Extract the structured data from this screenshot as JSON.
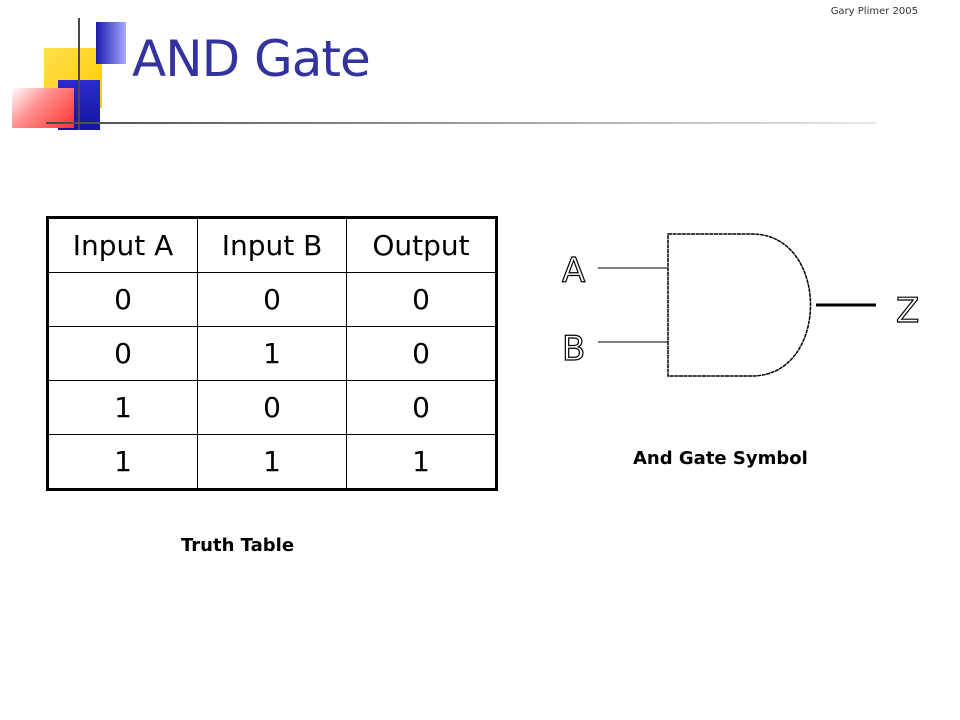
{
  "credit": "Gary Plimer 2005",
  "title": "AND Gate",
  "truth_table": {
    "headers": [
      "Input A",
      "Input B",
      "Output"
    ],
    "rows": [
      [
        "0",
        "0",
        "0"
      ],
      [
        "0",
        "1",
        "0"
      ],
      [
        "1",
        "0",
        "0"
      ],
      [
        "1",
        "1",
        "1"
      ]
    ],
    "caption": "Truth Table"
  },
  "gate": {
    "input_a": "A",
    "input_b": "B",
    "output": "Z",
    "caption": "And Gate Symbol"
  },
  "colors": {
    "title": "#3333a0",
    "deco_yellow": "#ffd200",
    "deco_blue": "#1a1ab0",
    "deco_red": "#ff4444"
  }
}
